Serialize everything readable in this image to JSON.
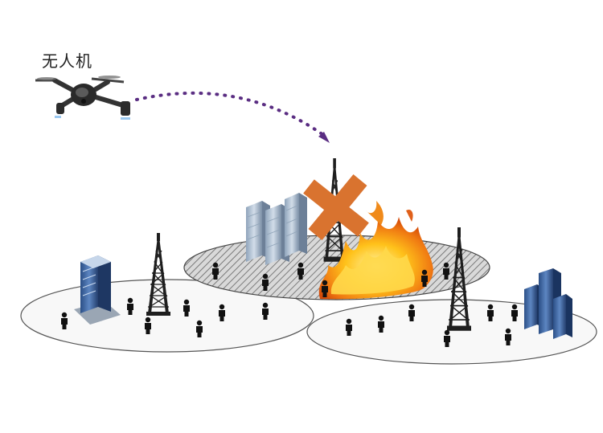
{
  "drone": {
    "label": "无人机"
  },
  "scene": {
    "cells": [
      "left-cell",
      "center-cell-damaged",
      "right-cell"
    ],
    "disaster": "fire",
    "failed_tower_mark": "x",
    "colors": {
      "cross": "#d9732f",
      "flight_path": "#5a2d82",
      "cell_fill": "#f7f7f7",
      "hatched_cell": "#888888",
      "tower": "#222222",
      "person": "#111111",
      "fire_outer": "#f08a1a",
      "fire_inner": "#ffd23a"
    }
  }
}
